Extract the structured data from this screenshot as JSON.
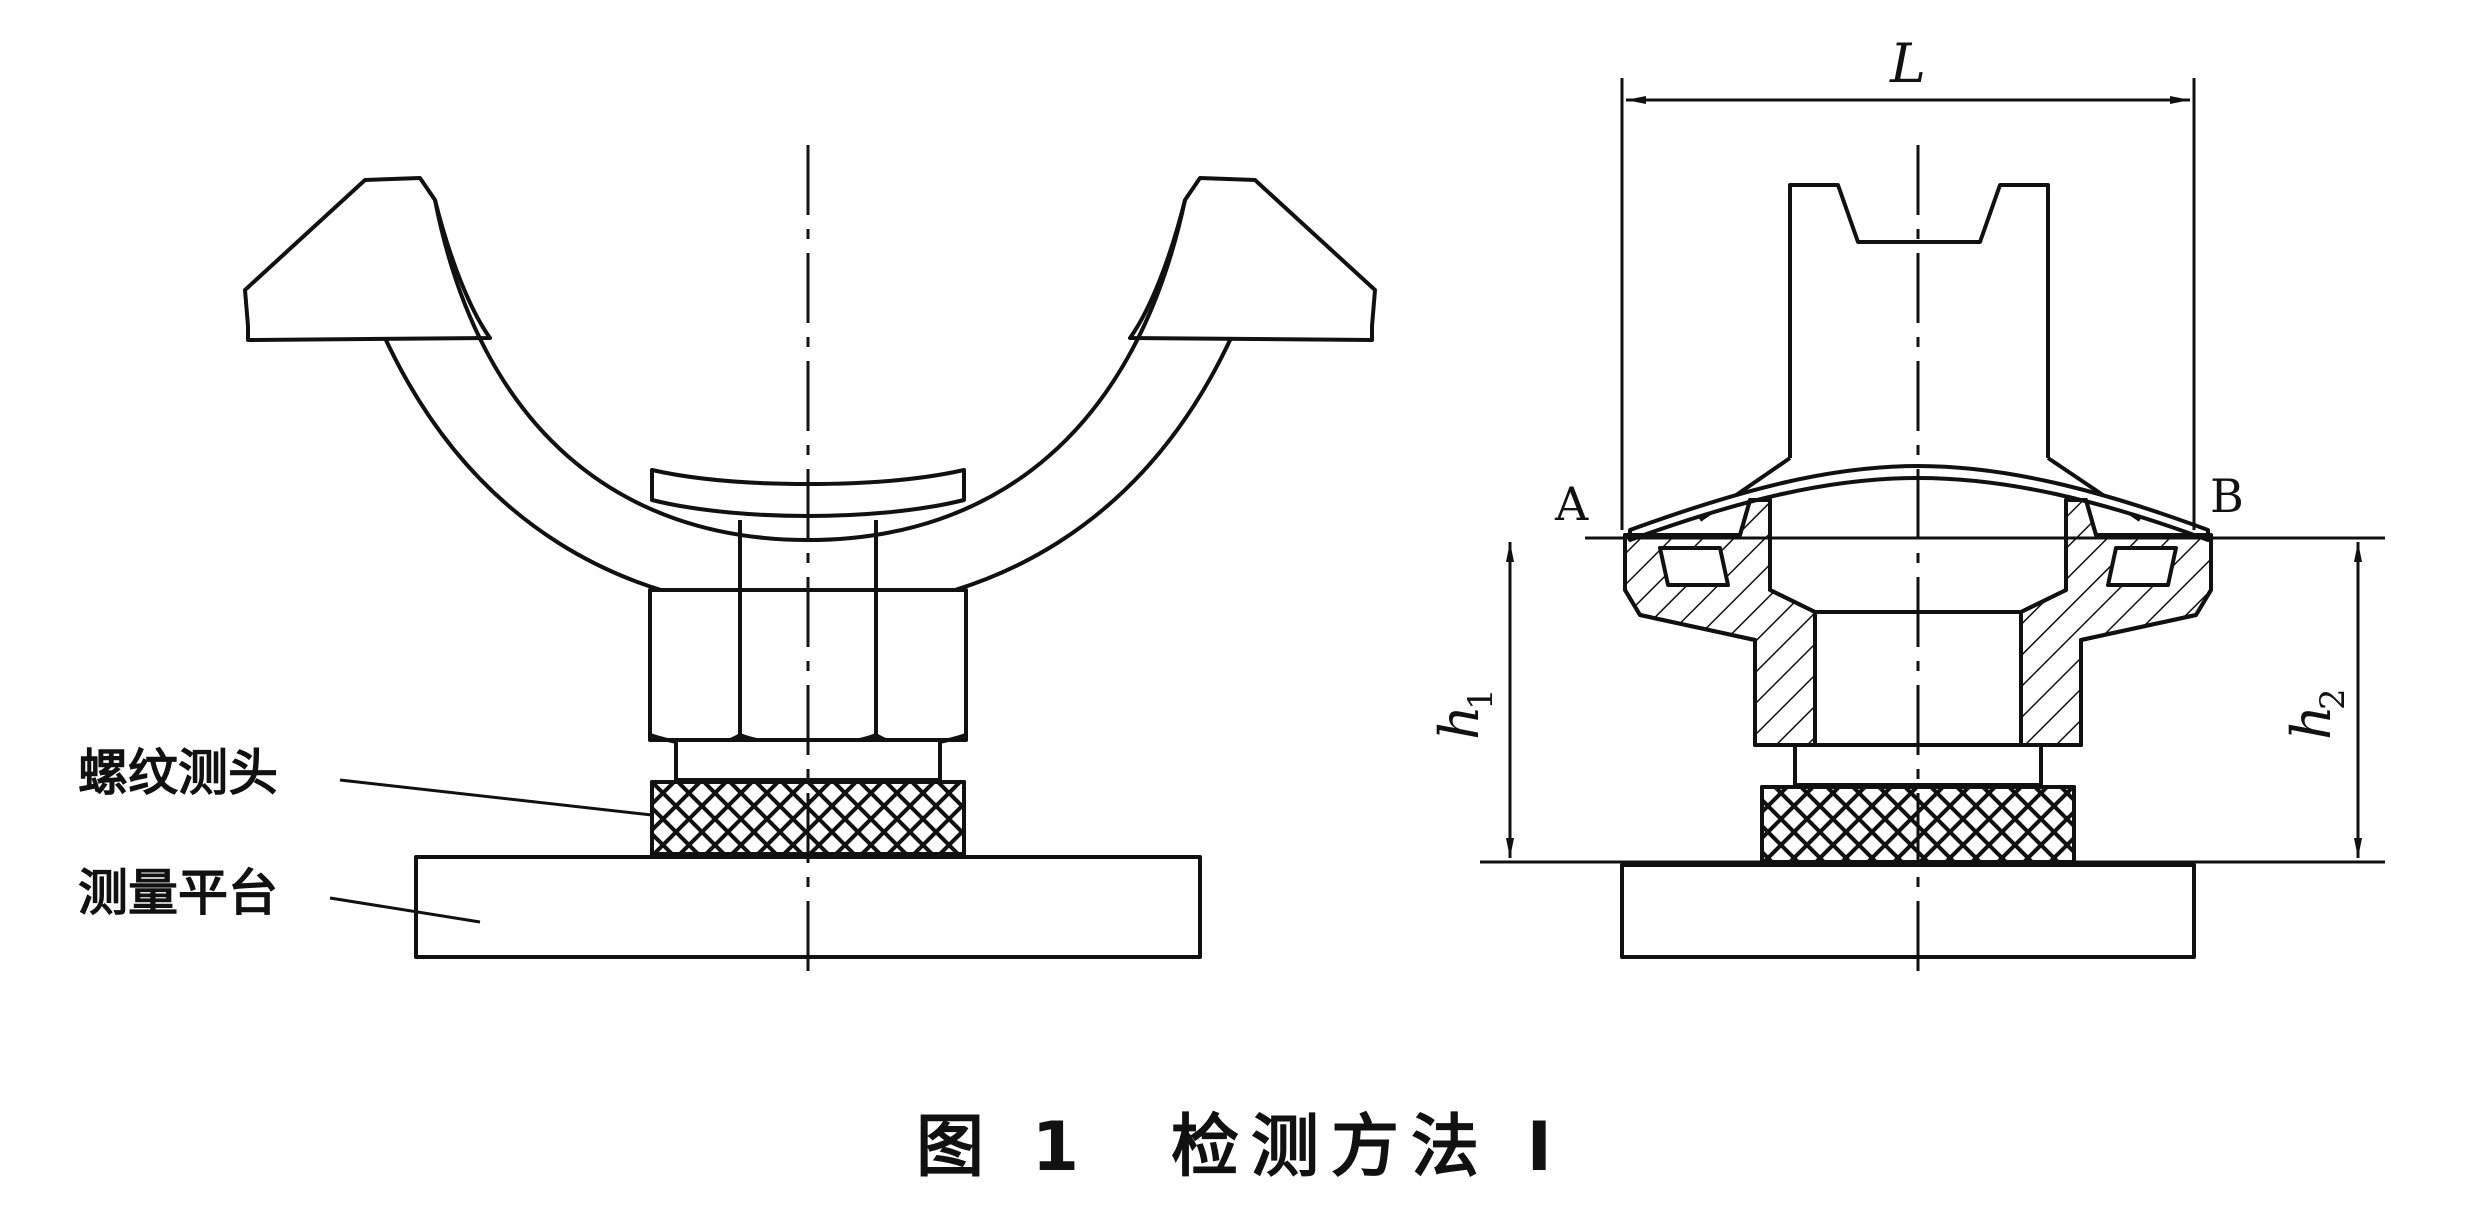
{
  "left_view": {
    "label_probe": "螺纹测头",
    "label_platform": "测量平台"
  },
  "right_view": {
    "dim_length": "L",
    "point_a": "A",
    "point_b": "B",
    "dim_h1": "h",
    "dim_h1_sub": "1",
    "dim_h2": "h",
    "dim_h2_sub": "2"
  },
  "caption": "图 1　检测方法 Ⅰ"
}
